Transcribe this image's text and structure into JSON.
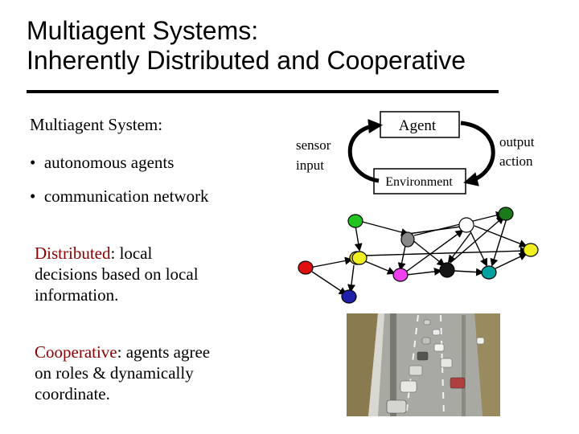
{
  "title_line1": "Multiagent Systems:",
  "title_line2": "Inherently Distributed and Cooperative",
  "heading": "Multiagent System:",
  "bullets": [
    "autonomous agents",
    "communication network"
  ],
  "bullet_symbol": "•",
  "distributed": {
    "term": "Distributed",
    "rest_1": ": local",
    "rest_2": "decisions based on local",
    "rest_3": "information."
  },
  "cooperative": {
    "term": "Cooperative",
    "rest_1": ": agents agree",
    "rest_2": "on roles & dynamically",
    "rest_3": "coordinate."
  },
  "loop": {
    "agent": "Agent",
    "environment": "Environment",
    "sensor_1": "sensor",
    "sensor_2": "input",
    "output_1": "output",
    "output_2": "action"
  },
  "colors": {
    "term": "#8b0000",
    "text": "#000000"
  },
  "network_nodes": [
    {
      "name": "green-left",
      "color": "#22c422"
    },
    {
      "name": "yellow-left",
      "color": "#f0e020"
    },
    {
      "name": "red",
      "color": "#e01010"
    },
    {
      "name": "blue",
      "color": "#2020a8"
    },
    {
      "name": "grey",
      "color": "#888888"
    },
    {
      "name": "yellow-mid",
      "color": "#f0f020"
    },
    {
      "name": "magenta",
      "color": "#f040f0"
    },
    {
      "name": "black",
      "color": "#151515"
    },
    {
      "name": "cyan",
      "color": "#00a0a0"
    },
    {
      "name": "white",
      "color": "#ffffff"
    },
    {
      "name": "green-right",
      "color": "#1a7a1a"
    },
    {
      "name": "yellow-right",
      "color": "#f0f020"
    }
  ],
  "photo": {
    "subject": "highway-traffic-photo"
  }
}
